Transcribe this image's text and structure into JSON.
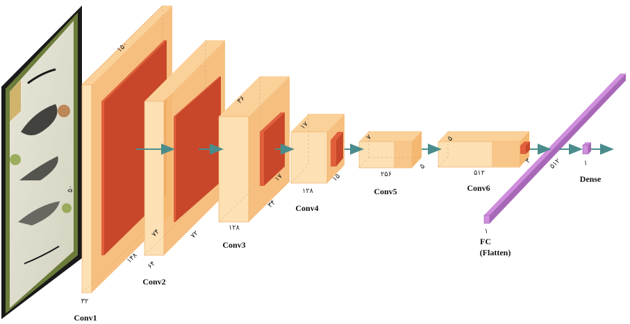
{
  "layers": [
    {
      "label": "Conv1",
      "dims": [
        "۱۵۰",
        "۱۴۸",
        "۳۲",
        "۵۰"
      ]
    },
    {
      "label": "Conv2",
      "dims": [
        "۷۴",
        "۶۴"
      ]
    },
    {
      "label": "Conv3",
      "dims": [
        "۳۶",
        "۷۲",
        "۱۲۸",
        "۳۴"
      ]
    },
    {
      "label": "Conv4",
      "dims": [
        "۱۷",
        "۱۲۸",
        "۱۷",
        "۱۵"
      ]
    },
    {
      "label": "Conv5",
      "dims": [
        "۷",
        "۲۵۶",
        "۵"
      ]
    },
    {
      "label": "Conv6",
      "dims": [
        "۵",
        "۵۱۲",
        "۳"
      ]
    },
    {
      "label_line1": "FC",
      "label_line2": "(Flatten)",
      "dims": [
        "۱",
        "۵۱۲"
      ]
    },
    {
      "label": "Dense",
      "dims": [
        "۱"
      ]
    }
  ],
  "colors": {
    "block_front": "#fde0b3",
    "block_side": "#f5b872",
    "block_top": "#fbd19a",
    "kernel_front": "#e0603c",
    "kernel_side": "#c8472a",
    "fc_front": "#cf8fdc",
    "fc_side": "#a868b8",
    "arrow": "#4a8c8c"
  },
  "icons": {
    "input": "calligraphy-artwork-image"
  }
}
